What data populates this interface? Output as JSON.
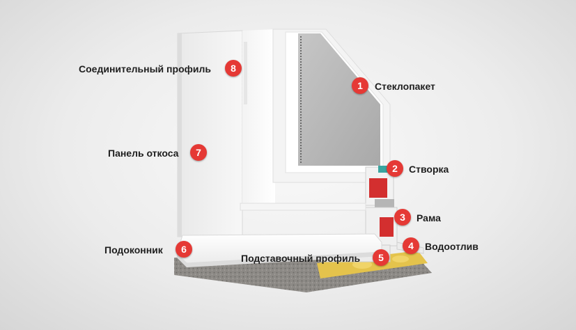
{
  "colors": {
    "badge": "#e53935"
  },
  "callouts": [
    {
      "number": "1",
      "text": "Стеклопакет"
    },
    {
      "number": "2",
      "text": "Створка"
    },
    {
      "number": "3",
      "text": "Рама"
    },
    {
      "number": "4",
      "text": "Водоотлив"
    },
    {
      "number": "5",
      "text": "Подставочный профиль"
    },
    {
      "number": "6",
      "text": "Подоконник"
    },
    {
      "number": "7",
      "text": "Панель откоса"
    },
    {
      "number": "8",
      "text": "Соединительный профиль"
    }
  ]
}
